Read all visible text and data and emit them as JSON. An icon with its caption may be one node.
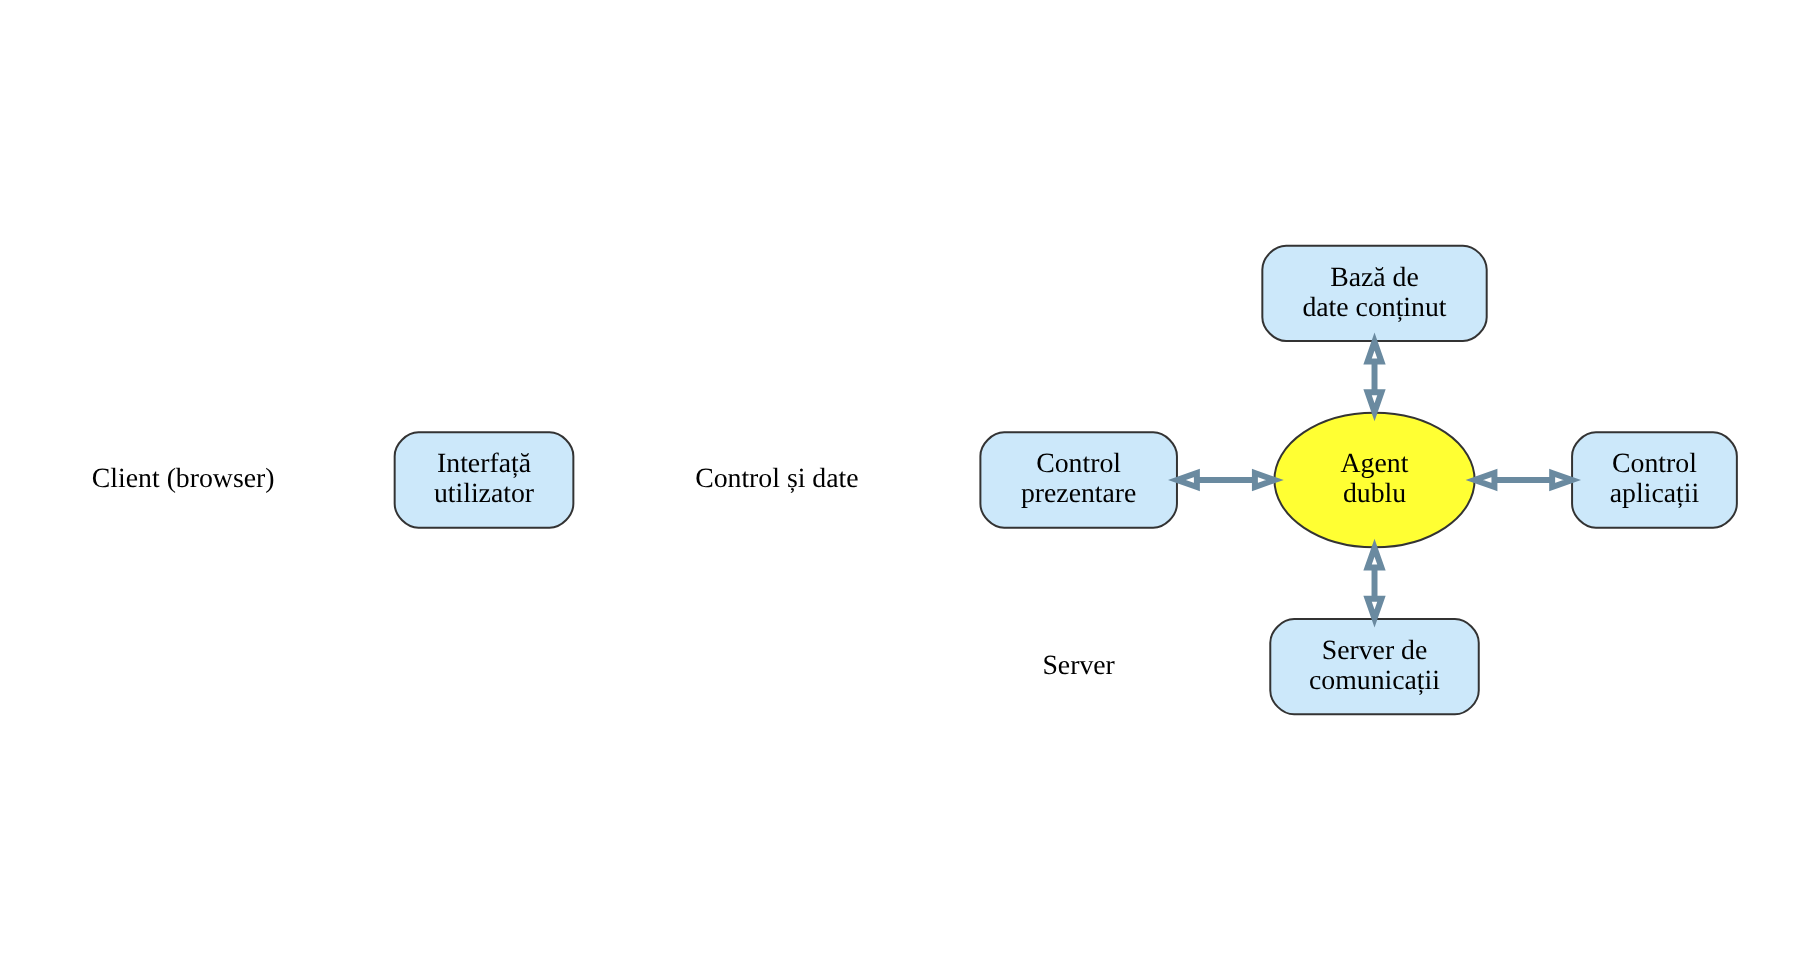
{
  "diagram": {
    "nodes": [
      {
        "text": [
          "Interfață utilizator"
        ]
      },
      {
        "text": [
          "Server de comunicații"
        ]
      },
      {
        "text": [
          "Control prezentare"
        ]
      },
      {
        "text": [
          "Agent dublu"
        ]
      },
      {
        "text": [
          "Control aplicații"
        ]
      },
      {
        "text": [
          "Bază de date conținut"
        ]
      }
    ],
    "edges": [
      {
        "from": 1,
        "to": 3,
        "arrow": "both"
      },
      {
        "from": 2,
        "to": 3,
        "arrow": "both"
      },
      {
        "from": 3,
        "to": 4,
        "arrow": "both"
      },
      {
        "from": 3,
        "to": 5,
        "arrow": "both"
      }
    ],
    "labels": [
      "Client (browser)",
      "Server",
      "Control și date"
    ]
  }
}
